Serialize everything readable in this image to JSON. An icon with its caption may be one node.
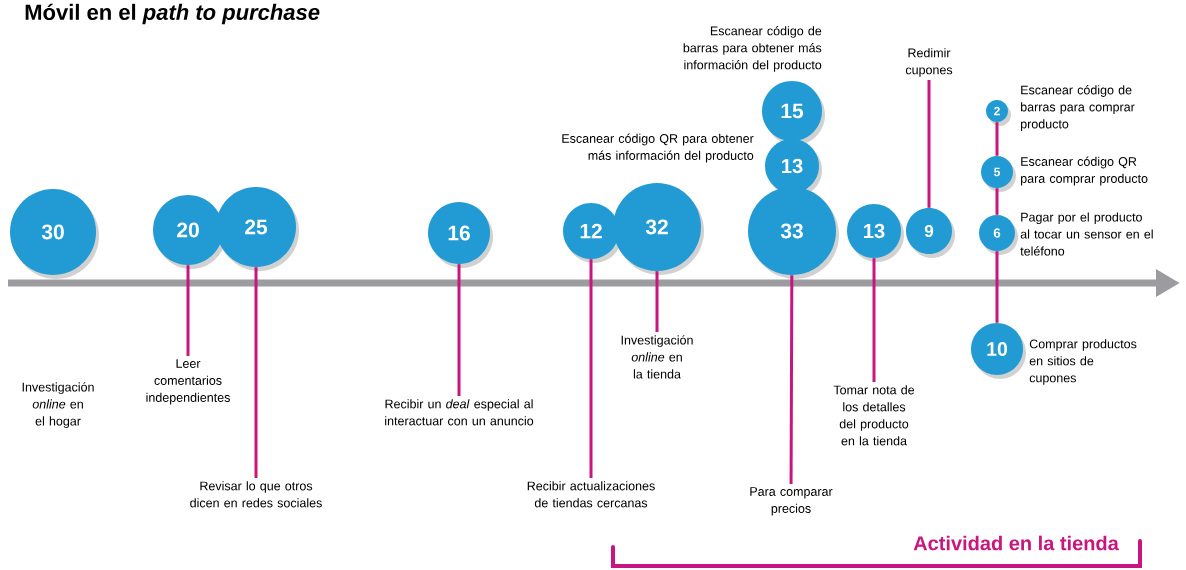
{
  "diagram": {
    "title": "Móvil en el *path to purchase*",
    "nodes": [
      {
        "text": [
          "30"
        ]
      },
      {
        "text": [
          "20"
        ]
      },
      {
        "text": [
          "Leer comentarios independientes"
        ]
      },
      {
        "text": [
          "25"
        ]
      },
      {
        "text": [
          "Revisar lo que otros dicen en redes sociales"
        ]
      },
      {
        "text": [
          "16"
        ]
      },
      {
        "text": [
          "Recibir un *deal* especial al interactuar con un anuncio"
        ]
      },
      {
        "text": [
          "12"
        ]
      },
      {
        "text": [
          "Recibir actualizaciones de tiendas cercanas"
        ]
      },
      {
        "text": [
          "32"
        ]
      },
      {
        "text": [
          "Investigación *online* en la tienda"
        ]
      },
      {
        "text": [
          "15"
        ],
        "beside": [
          "Escanear código de barras para obtener más información del producto"
        ]
      },
      {
        "text": [
          "13"
        ],
        "beside": [
          "Escanear código QR para obtener más información del producto"
        ]
      },
      {
        "text": [
          "33"
        ]
      },
      {
        "text": [
          "Para comparar precios"
        ]
      },
      {
        "text": [
          "13"
        ]
      },
      {
        "text": [
          "Tomar nota de los detalles del producto en la tienda"
        ]
      },
      {
        "text": [
          "Redimir cupones"
        ]
      },
      {
        "text": [
          "9"
        ]
      },
      {
        "text": [
          "2"
        ],
        "beside": [
          "Escanear código de barras para comprar producto"
        ]
      },
      {
        "text": [
          "5"
        ],
        "beside": [
          "Escanear código QR para comprar producto"
        ]
      },
      {
        "text": [
          "6"
        ],
        "beside": [
          "Pagar por el producto al tocar un sensor en el teléfono"
        ]
      },
      {
        "text": [
          "10"
        ],
        "beside": [
          "Comprar productos en sitios de cupones"
        ]
      }
    ],
    "edges": [
      {
        "from": 2,
        "to": 1,
        "arrow": "none"
      },
      {
        "from": 4,
        "to": 3,
        "arrow": "none"
      },
      {
        "from": 6,
        "to": 5,
        "arrow": "none"
      },
      {
        "from": 8,
        "to": 7,
        "arrow": "none"
      },
      {
        "from": 10,
        "to": 9,
        "arrow": "none"
      },
      {
        "from": 14,
        "to": 13,
        "arrow": "none"
      },
      {
        "from": 16,
        "to": 15,
        "arrow": "none"
      },
      {
        "from": 17,
        "to": 18,
        "arrow": "none"
      },
      {
        "from": 19,
        "to": 20,
        "arrow": "none"
      },
      {
        "from": 20,
        "to": 21,
        "arrow": "none"
      },
      {
        "from": 21,
        "to": 22,
        "arrow": "none"
      }
    ],
    "labels": [
      "Investigación *online* en el hogar",
      "Actividad en la tienda"
    ]
  }
}
